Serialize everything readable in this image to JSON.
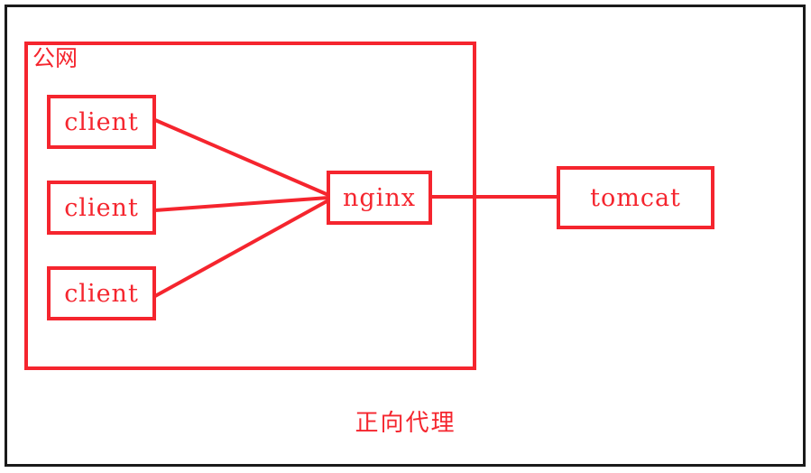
{
  "diagram": {
    "title_caption": "正向代理",
    "container": {
      "label": "公网",
      "border_color": "#f5252e"
    },
    "colors": {
      "accent_red": "#f5252e",
      "frame_black": "#1a1a1a",
      "background": "#ffffff"
    },
    "nodes": [
      {
        "id": "client-1",
        "label": "client"
      },
      {
        "id": "client-2",
        "label": "client"
      },
      {
        "id": "client-3",
        "label": "client"
      },
      {
        "id": "nginx",
        "label": "nginx"
      },
      {
        "id": "tomcat",
        "label": "tomcat"
      }
    ],
    "edges": [
      {
        "from": "client-1",
        "to": "nginx"
      },
      {
        "from": "client-2",
        "to": "nginx"
      },
      {
        "from": "client-3",
        "to": "nginx"
      },
      {
        "from": "nginx",
        "to": "tomcat"
      }
    ]
  }
}
